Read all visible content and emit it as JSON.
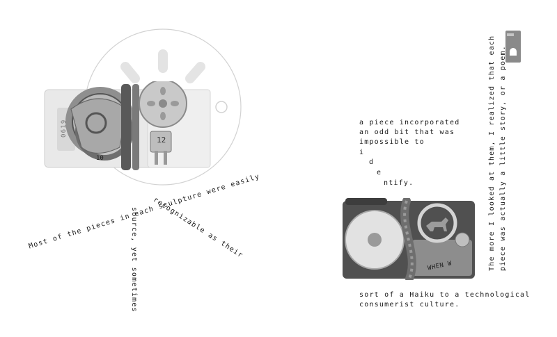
{
  "left_text": {
    "line_easily": "Most of the pieces in each sculpture were easily",
    "line_recognizable": "recognizable as their",
    "line_source": "source, yet sometimes"
  },
  "right_text": {
    "lines": [
      "a piece incorporated",
      "an odd bit that was",
      "impossible to",
      "i",
      "d",
      "e",
      "ntify."
    ],
    "bottom_1": "sort of a Haiku to a technological",
    "bottom_2": "consumerist culture.",
    "vertical_1": "The more I looked at them, I realized that each",
    "vertical_2": "piece was actually a little story, or a poem."
  },
  "object_labels": {
    "tag_number": "0619",
    "fuse_number": "12",
    "bottlecap_number": "10",
    "bottlecap_text": "WHEN W"
  }
}
